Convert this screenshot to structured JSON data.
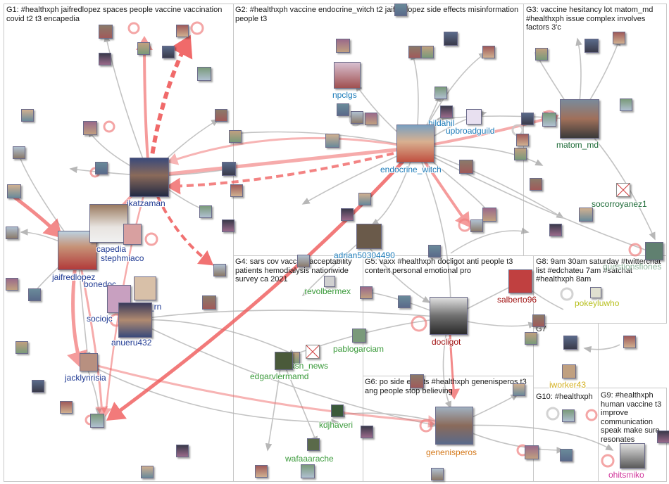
{
  "groups": [
    {
      "id": "G1",
      "label": "G1: #healthxph jaifredlopez spaces people vaccine vaccination covid t2 t3 encapedia"
    },
    {
      "id": "G2",
      "label": "G2: #healthxph vaccine endocrine_witch t2 jaifredlopez side effects misinformation people t3"
    },
    {
      "id": "G3",
      "label": "G3: vaccine hesitancy lot matom_md #healthxph issue complex involves factors 3'c"
    },
    {
      "id": "G4",
      "label": "G4: sars cov vaccine acceptability patients hemodialysis nationwide survey ca 2021"
    },
    {
      "id": "G5",
      "label": "G5: vaxx #healthxph docligot anti people t3 content personal emotional pro"
    },
    {
      "id": "G6",
      "label": "G6: po side effects #healthxph genenisperos t3 ang people stop believing"
    },
    {
      "id": "G7",
      "label": "G7"
    },
    {
      "id": "G8",
      "label": "G8: 9am 30am saturday #twitterchat list #edchateu 7am #satchat #healthxph 8am"
    },
    {
      "id": "G9",
      "label": "G9: #healthxph human vaccine t3 improve communication speak make sure resonates"
    },
    {
      "id": "G10",
      "label": "G10: #healthxph"
    }
  ],
  "nodes": [
    {
      "id": "jkatzaman",
      "label": "jkatzaman",
      "color": "#1f3a93"
    },
    {
      "id": "jaifredlopez",
      "label": "jaifredlopez",
      "color": "#1f3a93"
    },
    {
      "id": "capedia",
      "label": "capedia",
      "color": "#1f3a93"
    },
    {
      "id": "stephmiaco",
      "label": "stephmiaco",
      "color": "#1f3a93"
    },
    {
      "id": "bonedoc",
      "label": "bonedoc",
      "color": "#1f3a93"
    },
    {
      "id": "sociojc",
      "label": "sociojc",
      "color": "#1f3a93"
    },
    {
      "id": "rn",
      "label": "_rn",
      "color": "#1f3a93"
    },
    {
      "id": "anueru432",
      "label": "anueru432",
      "color": "#1f3a93"
    },
    {
      "id": "jacklynrisia",
      "label": "jacklynrisia",
      "color": "#1f3a93"
    },
    {
      "id": "npclgs",
      "label": "npclgs",
      "color": "#1a7ab8"
    },
    {
      "id": "upbroadguild",
      "label": "upbroadguild",
      "color": "#1a7ab8"
    },
    {
      "id": "hildahil",
      "label": "hildahil",
      "color": "#1a7ab8"
    },
    {
      "id": "endocrine_witch",
      "label": "endocrine_witch",
      "color": "#1a7ab8"
    },
    {
      "id": "adrian50304490",
      "label": "adrian50304490",
      "color": "#1a7ab8"
    },
    {
      "id": "matom_md",
      "label": "matom_md",
      "color": "#1e6b38"
    },
    {
      "id": "socorroyanez1",
      "label": "socorroyanez1",
      "color": "#1e6b38"
    },
    {
      "id": "questionsfiones",
      "label": "questionsfiones",
      "color": "#1e6b38"
    },
    {
      "id": "revolbermex",
      "label": "revolbermex",
      "color": "#3a9a3a"
    },
    {
      "id": "pablogarciam",
      "label": "pablogarciam",
      "color": "#3a9a3a"
    },
    {
      "id": "asn_news",
      "label": "asn_news",
      "color": "#3a9a3a"
    },
    {
      "id": "edgarvlermamd",
      "label": "edgarvlermamd",
      "color": "#3a9a3a"
    },
    {
      "id": "kdjhaveri",
      "label": "kdjhaveri",
      "color": "#3a9a3a"
    },
    {
      "id": "wafaaarache",
      "label": "wafaaarache",
      "color": "#3a9a3a"
    },
    {
      "id": "docligot",
      "label": "docligot",
      "color": "#a01010"
    },
    {
      "id": "salberto96",
      "label": "salberto96",
      "color": "#a01010"
    },
    {
      "id": "genenisperos",
      "label": "genenisperos",
      "color": "#d4781a"
    },
    {
      "id": "pokeyluwho",
      "label": "pokeyluwho",
      "color": "#b8c020"
    },
    {
      "id": "iworker43",
      "label": "iworker43",
      "color": "#d4b020"
    },
    {
      "id": "ohitsmiko",
      "label": "ohitsmiko",
      "color": "#d0359a"
    }
  ]
}
